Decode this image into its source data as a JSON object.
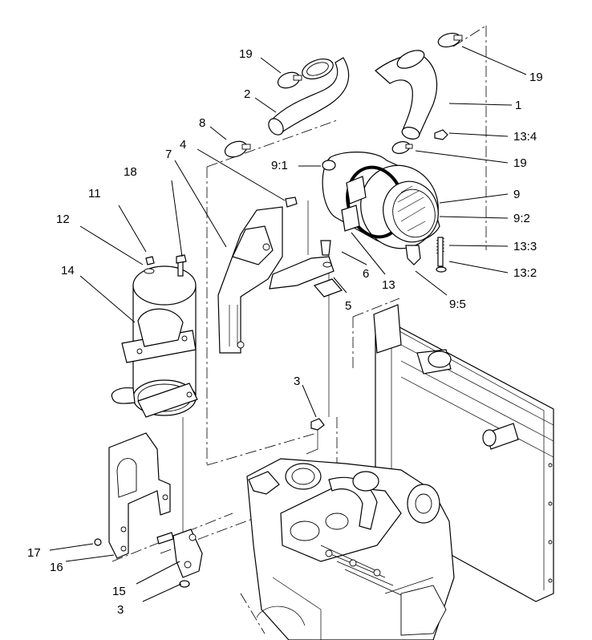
{
  "callouts": [
    {
      "label": "19"
    },
    {
      "label": "2"
    },
    {
      "label": "8"
    },
    {
      "label": "4"
    },
    {
      "label": "18"
    },
    {
      "label": "7"
    },
    {
      "label": "11"
    },
    {
      "label": "12"
    },
    {
      "label": "14"
    },
    {
      "label": "9:1"
    },
    {
      "label": "19"
    },
    {
      "label": "1"
    },
    {
      "label": "13:4"
    },
    {
      "label": "19"
    },
    {
      "label": "9"
    },
    {
      "label": "9:2"
    },
    {
      "label": "13:3"
    },
    {
      "label": "13:2"
    },
    {
      "label": "6"
    },
    {
      "label": "13"
    },
    {
      "label": "5"
    },
    {
      "label": "9:5"
    },
    {
      "label": "3"
    },
    {
      "label": "17"
    },
    {
      "label": "16"
    },
    {
      "label": "15"
    },
    {
      "label": "3"
    }
  ]
}
